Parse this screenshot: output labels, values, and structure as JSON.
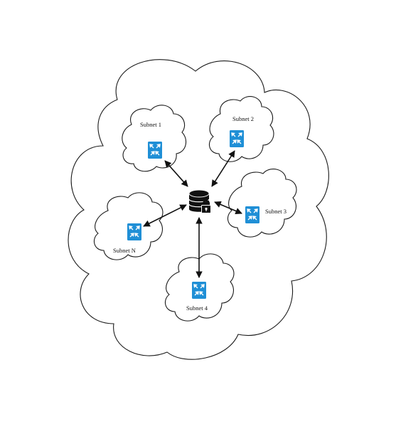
{
  "diagram": {
    "hub": {
      "icon": "database-lock-icon"
    },
    "subnets": [
      {
        "id": "subnet-1",
        "label": "Subnet 1",
        "icon": "router-icon"
      },
      {
        "id": "subnet-2",
        "label": "Subnet 2",
        "icon": "router-icon"
      },
      {
        "id": "subnet-3",
        "label": "Subnet 3",
        "icon": "router-icon"
      },
      {
        "id": "subnet-4",
        "label": "Subnet 4",
        "icon": "router-icon"
      },
      {
        "id": "subnet-n",
        "label": "Subnet N",
        "icon": "router-icon"
      }
    ],
    "colors": {
      "router": "#1f8fd6",
      "hub": "#111111",
      "line": "#111111"
    }
  }
}
